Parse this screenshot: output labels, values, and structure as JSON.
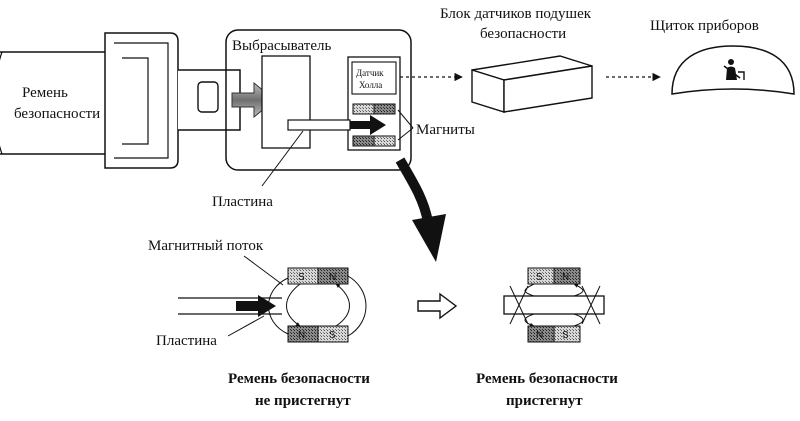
{
  "labels": {
    "belt_line1": "Ремень",
    "belt_line2": "безопасности",
    "ejector": "Выбрасыватель",
    "hall_line1": "Датчик",
    "hall_line2": "Холла",
    "airbag_line1": "Блок датчиков подушек",
    "airbag_line2": "безопасности",
    "dashboard": "Щиток приборов",
    "magnets": "Магниты",
    "plate_top": "Пластина",
    "flux": "Магнитный поток",
    "plate_bottom": "Пластина",
    "unbuckled_line1": "Ремень безопасности",
    "unbuckled_line2": "не пристегнут",
    "buckled_line1": "Ремень безопасности",
    "buckled_line2": "пристегнут"
  },
  "magnets": {
    "s": "S",
    "n": "N"
  },
  "icons": {
    "dashboard_symbol": "seatbelt-warning-icon"
  }
}
